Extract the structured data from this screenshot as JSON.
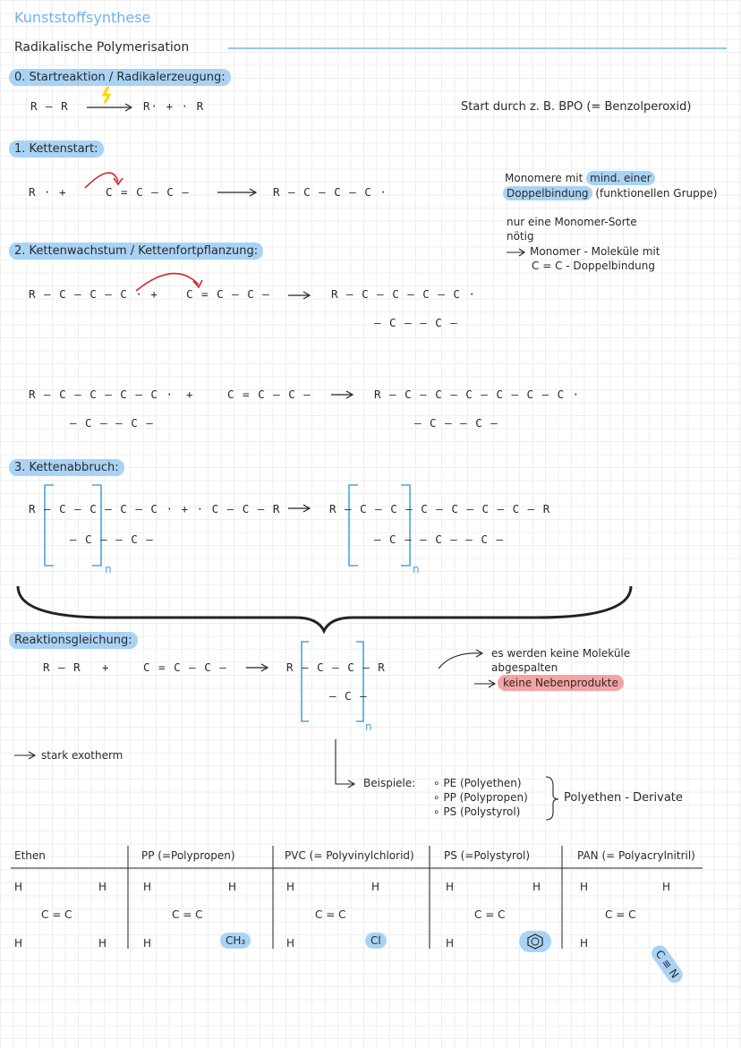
{
  "page": {
    "title": "Kunststoffsynthese",
    "subtitle": "Radikalische Polymerisation",
    "colors": {
      "accent_blue": "#a9d3f5",
      "title_blue": "#6fb2e8",
      "accent_red": "#f5a3a3",
      "arrow_red": "#cc2a2a",
      "bracket_blue": "#4aa3e0",
      "lightning_yellow": "#ffd400"
    }
  },
  "s0": {
    "heading": "0. Startreaktion / Radikalerzeugung:",
    "eq_left": "R – R",
    "eq_right": "R·  + · R",
    "note": "Start durch z. B. BPO (= Benzolperoxid)"
  },
  "s1": {
    "heading": "1. Kettenstart:",
    "r_dot": "R ·  +",
    "monomer": "C = C – C –",
    "product": "R – C – C – C ·",
    "note_a": "Monomere mit ",
    "note_hl": "mind. einer",
    "note_b": "Doppelbindung",
    "note_c": " (funktionellen Gruppe)",
    "note2_l1": "nur eine Monomer-Sorte",
    "note2_l2": "nötig",
    "note3_l1": "Monomer - Moleküle mit",
    "note3_l2": "C = C - Doppelbindung"
  },
  "s2": {
    "heading": "2. Kettenwachstum / Kettenfortpflanzung:",
    "r1_left": "R – C – C – C ·  +",
    "r1_monomer": "C = C – C –",
    "r1_product": "R – C – C – C – C ·",
    "r1_branch": "– C –   – C –",
    "r2_left": "R – C – C – C – C ·",
    "r2_branch_left": "– C –    – C –",
    "r2_plus": "+",
    "r2_monomer": "C = C – C –",
    "r2_product": "R – C – C – C – C – C – C ·",
    "r2_branch_right": "– C –            – C –"
  },
  "s3": {
    "heading": "3. Kettenabbruch:",
    "left": "R – C – C – C – C ·  + · C – C – R",
    "left_branch": "– C –            – C –",
    "right": "R – C – C – C – C – C – C – R",
    "right_branch": "– C –     – C –     – C –",
    "n": "n"
  },
  "eq": {
    "heading": "Reaktionsgleichung:",
    "r": "R – R",
    "plus": "+",
    "monomer": "C = C – C –",
    "product": "R – C – C – R",
    "branch": "– C –",
    "n": "n",
    "note_l1": "es werden keine Moleküle",
    "note_l2": "abgespalten",
    "note_red": "keine Nebenprodukte",
    "exo": "stark exotherm",
    "examples_label": "Beispiele:",
    "examples": [
      "PE (Polyethen)",
      "PP (Polypropen)",
      "PS (Polystyrol)"
    ],
    "examples_note": "Polyethen - Derivate"
  },
  "table": {
    "headers": [
      "Ethen",
      "PP (=Polypropen)",
      "PVC (= Polyvinylchlorid)",
      "PS (=Polystyrol)",
      "PAN (= Polyacrylnitril)"
    ],
    "h": "H",
    "cc": "C = C",
    "subs": [
      "",
      "CH₃",
      "Cl",
      "",
      "C ≡ N"
    ]
  }
}
